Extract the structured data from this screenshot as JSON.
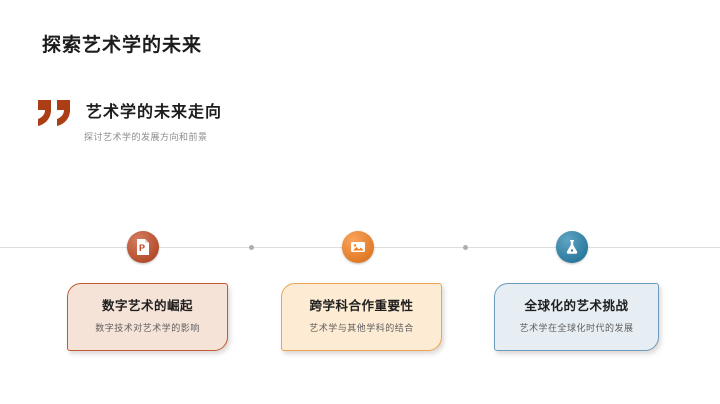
{
  "slide": {
    "background_color": "#ffffff",
    "title": "探索艺术学的未来",
    "quote": {
      "mark_icon": "double-quote-icon",
      "mark_color": "#ac3e15",
      "heading": "艺术学的未来走向",
      "subheading": "探讨艺术学的发展方向和前景"
    },
    "timeline": {
      "line_color": "#dedede",
      "dot_color": "#aeaeae",
      "nodes": [
        {
          "icon": "powerpoint-file-icon",
          "letter": "P",
          "color": "#c2441b"
        },
        {
          "icon": "image-icon",
          "color": "#f97c15"
        },
        {
          "icon": "flask-icon",
          "color": "#1b7ca8"
        }
      ]
    },
    "cards": [
      {
        "title": "数字艺术的崛起",
        "desc": "数字技术对艺术学的影响",
        "fill": "#f6e3d8",
        "border": "#c05a35"
      },
      {
        "title": "跨学科合作重要性",
        "desc": "艺术学与其他学科的结合",
        "fill": "#fdebd3",
        "border": "#eda355"
      },
      {
        "title": "全球化的艺术挑战",
        "desc": "艺术学在全球化时代的发展",
        "fill": "#e7eef3",
        "border": "#6c9cbb"
      }
    ]
  }
}
